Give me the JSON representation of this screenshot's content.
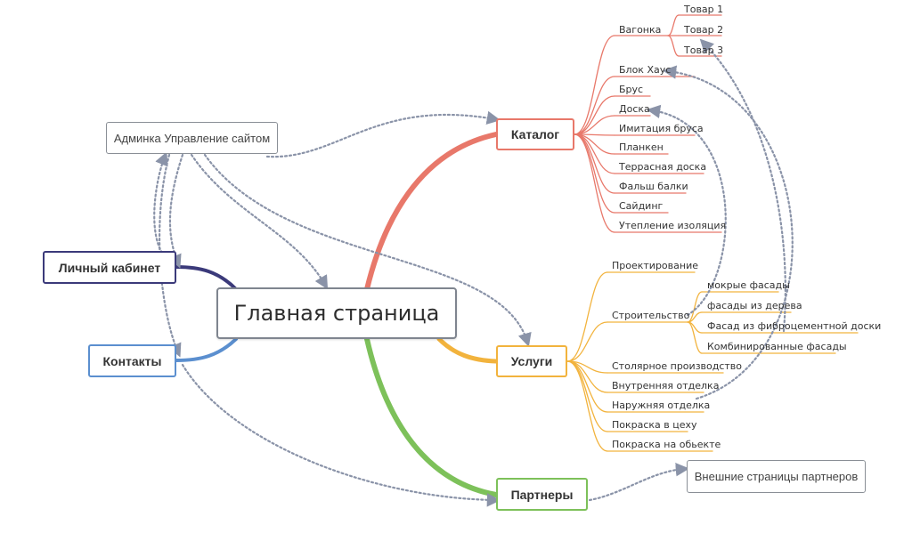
{
  "root": {
    "label": "Главная страница"
  },
  "admin": {
    "label": "Админка Управление сайтом"
  },
  "cabinet": {
    "label": "Личный кабинет",
    "color": "#3b3a7a"
  },
  "contacts": {
    "label": "Контакты",
    "color": "#5b8fcf"
  },
  "catalog": {
    "label": "Каталог",
    "color": "#e8786a",
    "items": [
      {
        "label": "Вагонка",
        "children": [
          "Товар 1",
          "Товар 2",
          "Товар 3"
        ]
      },
      {
        "label": "Блок Хаус"
      },
      {
        "label": "Брус"
      },
      {
        "label": "Доска"
      },
      {
        "label": "Имитация бруса"
      },
      {
        "label": "Планкен"
      },
      {
        "label": "Террасная доска"
      },
      {
        "label": "Фальш балки"
      },
      {
        "label": "Сайдинг"
      },
      {
        "label": "Утепление изоляция"
      }
    ]
  },
  "services": {
    "label": "Услуги",
    "color": "#f2b33d",
    "items": [
      {
        "label": "Проектирование"
      },
      {
        "label": "Строительство",
        "children": [
          "мокрые фасады",
          "фасады из дерева",
          "Фасад из фиброцементной доски",
          "Комбинированные фасады"
        ]
      },
      {
        "label": "Столярное производство"
      },
      {
        "label": "Внутренняя отделка"
      },
      {
        "label": "Наружняя отделка"
      },
      {
        "label": "Покраска в цеху"
      },
      {
        "label": "Покраска на обьекте"
      }
    ]
  },
  "partners": {
    "label": "Партнеры",
    "color": "#7dc15a"
  },
  "partners_ext": {
    "label": "Внешние страницы партнеров"
  },
  "dotted_color": "#8a93a8"
}
